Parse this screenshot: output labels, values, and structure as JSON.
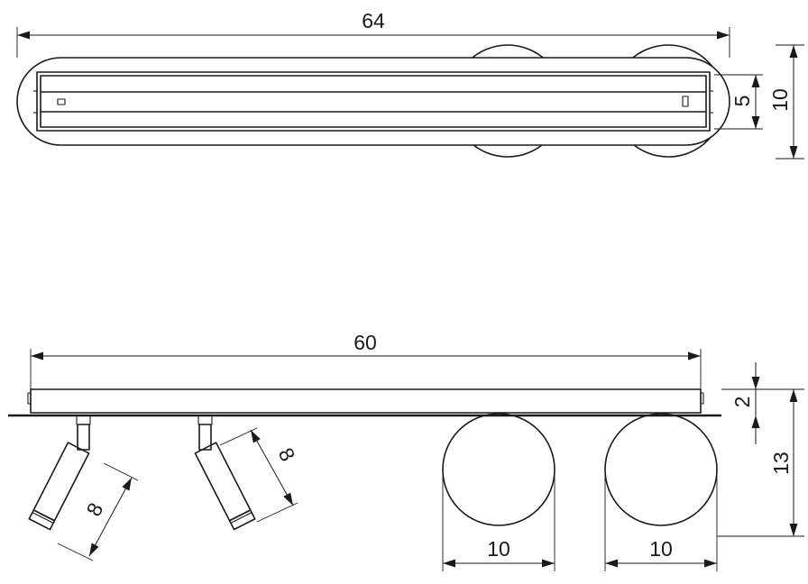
{
  "top_view": {
    "length_label": "64",
    "inner_height_label": "5",
    "outer_height_label": "10"
  },
  "side_view": {
    "length_label": "60",
    "base_height_label": "2",
    "total_height_label": "13",
    "spot_left_length_label": "8",
    "spot_right_length_label": "8",
    "shade_left_diameter_label": "10",
    "shade_right_diameter_label": "10"
  }
}
